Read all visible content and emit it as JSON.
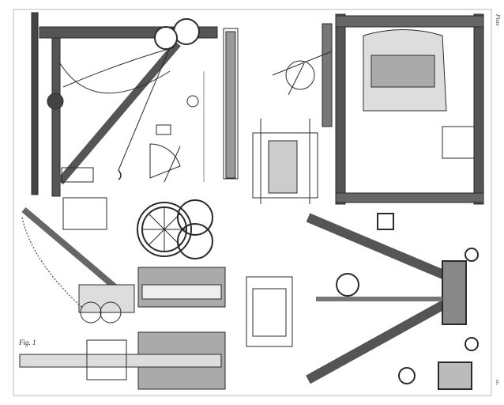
{
  "plate": {
    "figure_label": "Fig. 1",
    "header_note": "Plate",
    "engraver_note": "sc."
  },
  "colors": {
    "ink": "#2a2a2a",
    "paper": "#ffffff",
    "shade": "#8a8a8a"
  }
}
